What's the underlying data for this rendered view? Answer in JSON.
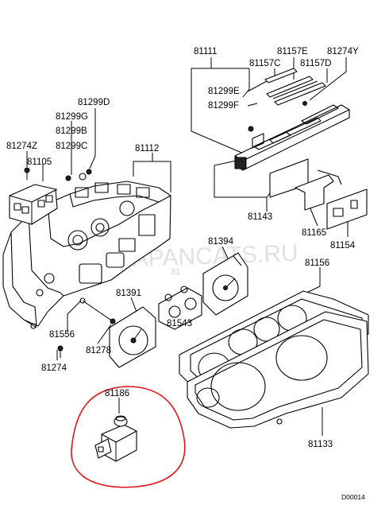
{
  "watermark": "WWW.JAPANCATS.RU",
  "watermark_small": "31",
  "diagram_code": "D00014",
  "parts": {
    "p81111": "81111",
    "p81157E": "81157E",
    "p81274Y": "81274Y",
    "p81157C": "81157C",
    "p81157D": "81157D",
    "p81299E": "81299E",
    "p81299F": "81299F",
    "p81299D": "81299D",
    "p81299G": "81299G",
    "p81299B": "81299B",
    "p81299C": "81299C",
    "p81274Z": "81274Z",
    "p81105": "81105",
    "p81112": "81112",
    "p81143": "81143",
    "p81165": "81165",
    "p81154": "81154",
    "p81394": "81394",
    "p81156": "81156",
    "p81391": "81391",
    "p81543": "81543",
    "p81556": "81556",
    "p81278": "81278",
    "p81274": "81274",
    "p81186": "81186",
    "p81133": "81133"
  },
  "highlight_color": "#e0141e"
}
